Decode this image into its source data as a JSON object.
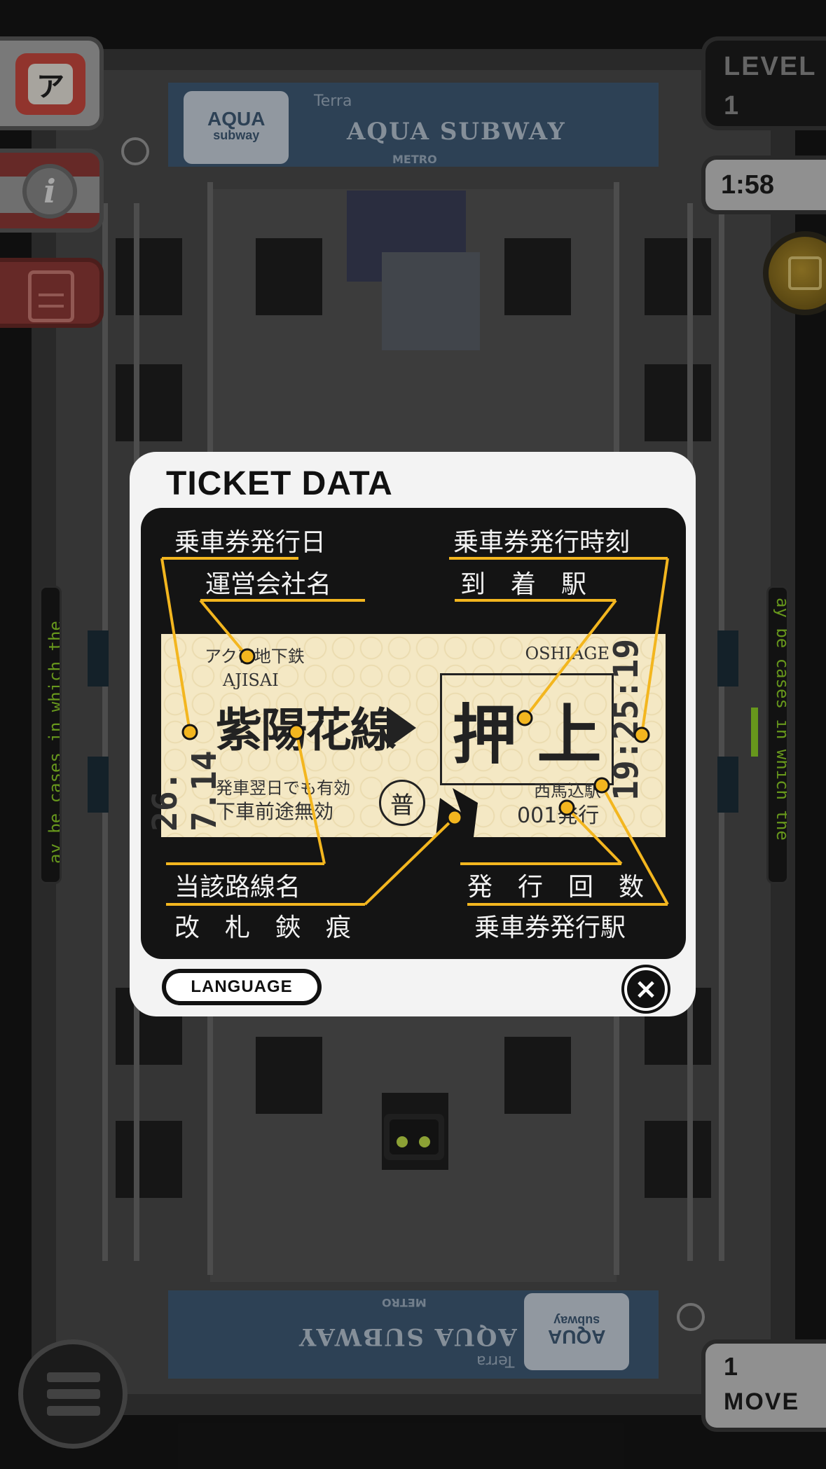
{
  "hud": {
    "language_glyph": "ア",
    "level_label": "LEVEL",
    "level_value": "1",
    "timer": "1:58",
    "moves_value": "1",
    "moves_label": "MOVE"
  },
  "scene": {
    "poster_text": "AQUA SUBWAY",
    "poster_brand": "Terra",
    "poster_metro": "METRO",
    "poster_aqua_card_top": "AQUA",
    "poster_aqua_card_bottom": "subway",
    "side_text_left": "ay be cases in which the",
    "side_text_right": "ay be cases in which the"
  },
  "modal": {
    "title": "TICKET DATA",
    "callouts": {
      "issue_date": "乗車券発行日",
      "operator": "運営会社名",
      "issue_time": "乗車券発行時刻",
      "arrival_station": "到　着　駅",
      "line_name": "当該路線名",
      "gate_mark": "改　札　鋏　痕",
      "issue_count": "発　行　回　数",
      "issue_station": "乗車券発行駅"
    },
    "ticket": {
      "operator": "アクア地下鉄",
      "line_romaji": "AJISAI",
      "line_name": "紫陽花線",
      "dest_romaji": "OSHIAGE",
      "dest_char1": "押",
      "dest_char2": "上",
      "date": "26. 7.14",
      "time": "19:25:19",
      "validity_1": "発車翌日でも有効",
      "validity_2": "下車前途無効",
      "type_mark": "普",
      "issue_station": "西馬込駅",
      "issue_count": "001発行"
    },
    "language_button": "LANGUAGE",
    "close_symbol": "×"
  },
  "colors": {
    "callout_line": "#f3b61f",
    "modal_bg": "#f3f3f3",
    "panel_bg": "#141414",
    "ticket_bg": "#f4e8c4",
    "accent_red": "#c9493f"
  }
}
